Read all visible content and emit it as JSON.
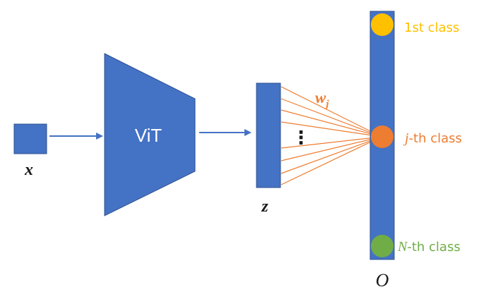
{
  "colors": {
    "blue": "#4472c4",
    "blue_stroke": "#2f528f",
    "orange": "#ed7d31",
    "yellow": "#ffc000",
    "green": "#70ad47",
    "ink": "#1a1a1a"
  },
  "input": {
    "label": "x"
  },
  "encoder": {
    "label": "ViT"
  },
  "feature": {
    "label": "z",
    "dots": "⋮"
  },
  "weights": {
    "label": "w",
    "subscript": "j"
  },
  "output": {
    "label": "O"
  },
  "classes": {
    "first": {
      "text": "1st class"
    },
    "jth": {
      "var": "j",
      "suffix": "-th class"
    },
    "nth": {
      "var": "N",
      "suffix": "-th class"
    }
  }
}
